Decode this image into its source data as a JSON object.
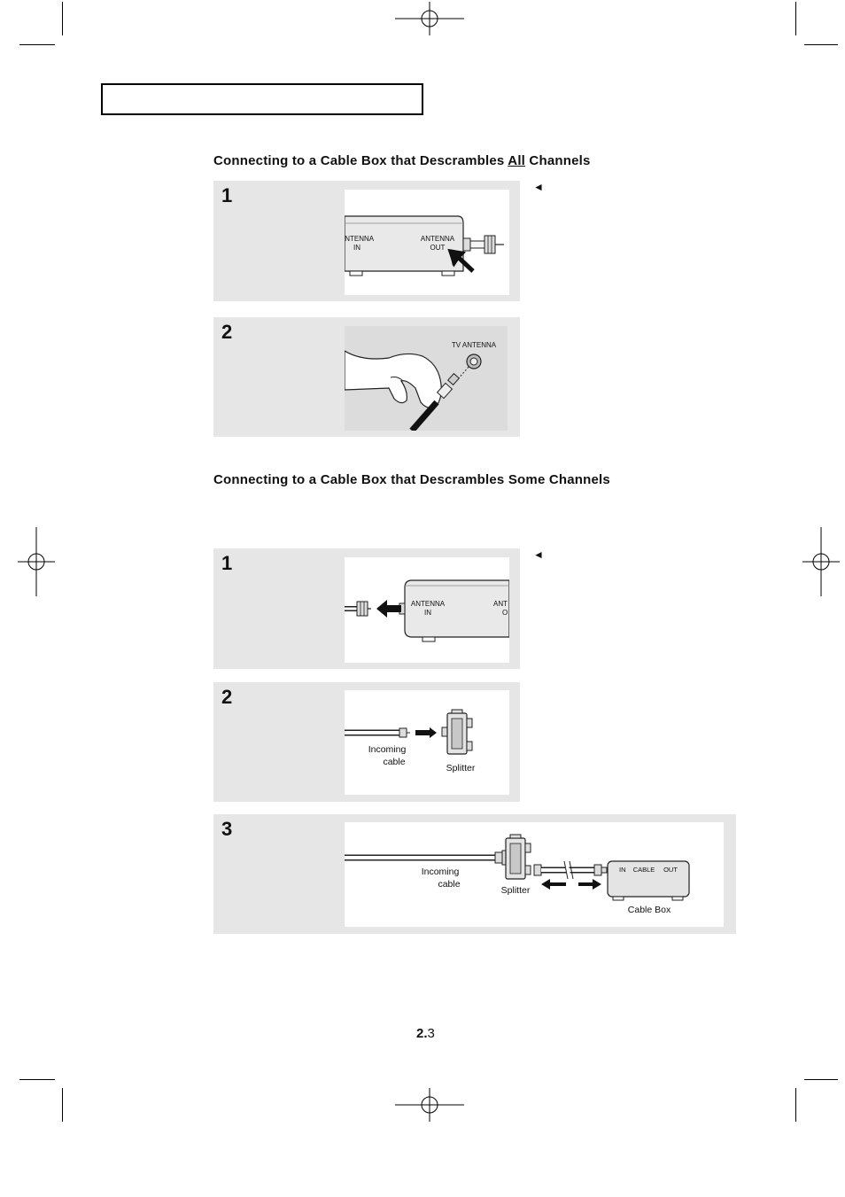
{
  "section_all": {
    "title_prefix": "Connecting to a Cable Box that Descrambles ",
    "title_emphasis": "All",
    "title_suffix": " Channels",
    "steps": [
      {
        "number": "1",
        "labels": {
          "antenna_in": [
            "ANTENNA",
            "IN"
          ],
          "antenna_out": [
            "ANTENNA",
            "OUT"
          ]
        }
      },
      {
        "number": "2",
        "labels": {
          "tv_antenna": "TV ANTENNA"
        }
      }
    ]
  },
  "section_some": {
    "title": "Connecting to a Cable Box that Descrambles Some Channels",
    "steps": [
      {
        "number": "1",
        "labels": {
          "antenna_in": [
            "ANTENNA",
            "IN"
          ],
          "antenna_out_cropped": [
            "ANT",
            "O"
          ]
        }
      },
      {
        "number": "2",
        "labels": {
          "incoming_cable": [
            "Incoming",
            "cable"
          ],
          "splitter": "Splitter"
        }
      },
      {
        "number": "3",
        "labels": {
          "incoming_cable": [
            "Incoming",
            "cable"
          ],
          "splitter": "Splitter",
          "cable_box": "Cable Box",
          "ports": [
            "IN",
            "CABLE",
            "OUT"
          ]
        }
      }
    ]
  },
  "pointer_glyph": "◄",
  "page_number": {
    "chapter": "2.",
    "page": "3"
  }
}
